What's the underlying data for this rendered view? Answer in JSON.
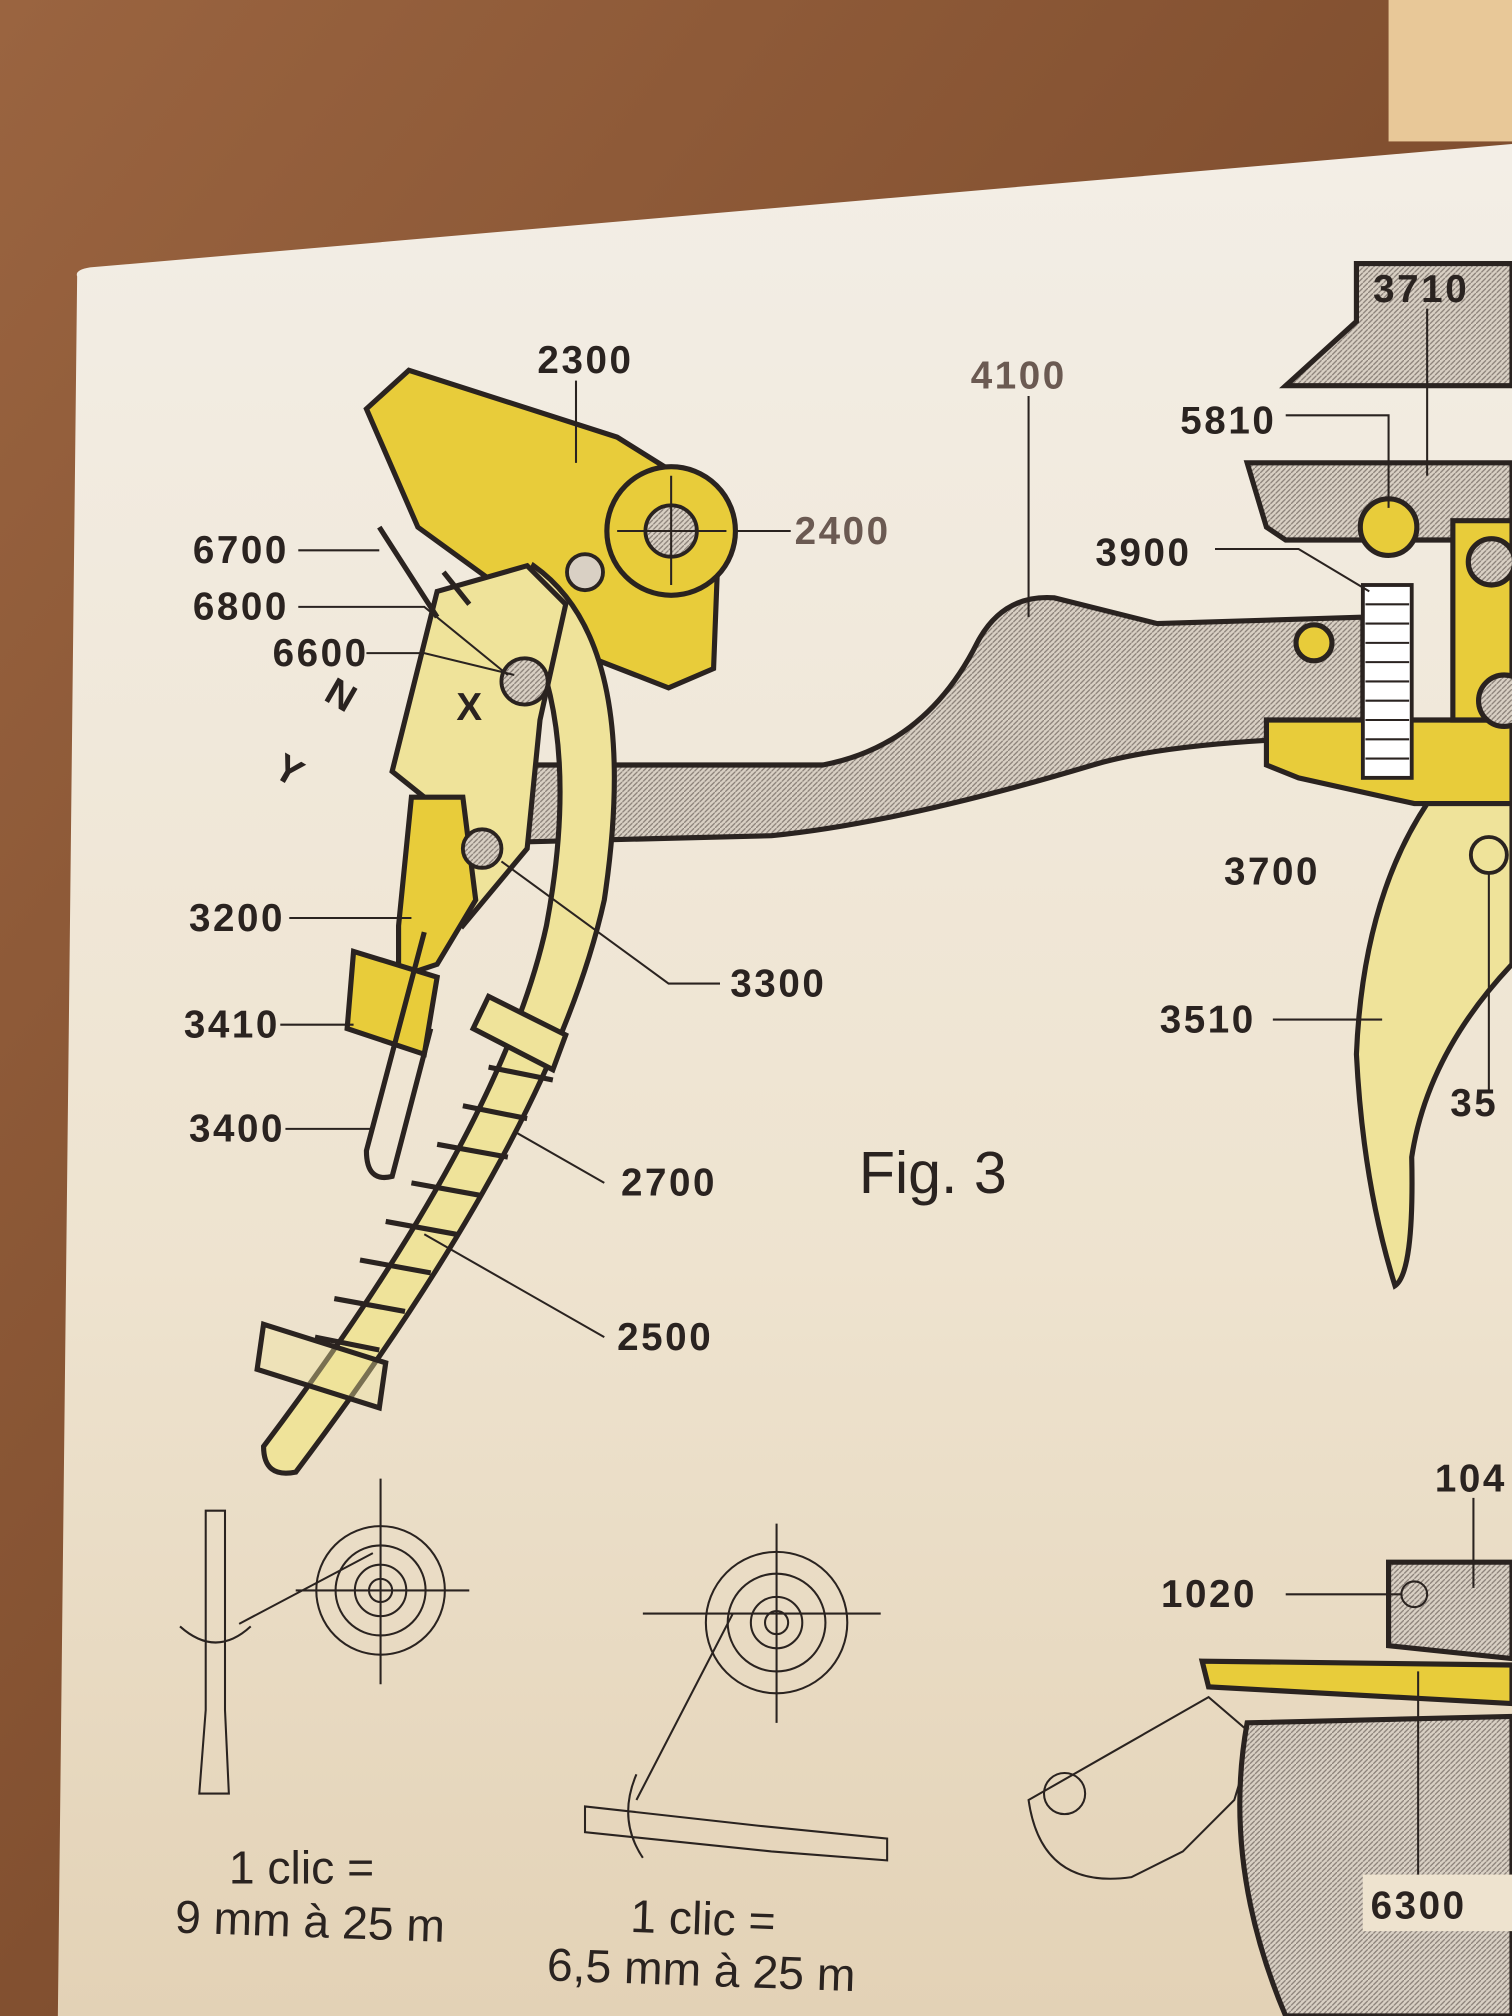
{
  "figure": {
    "title": "Fig. 3",
    "part_labels": {
      "p2300": "2300",
      "p4100": "4100",
      "p3710": "3710",
      "p5810": "5810",
      "p6700": "6700",
      "p2400": "2400",
      "p3900": "3900",
      "p6800": "6800",
      "p6600": "6600",
      "pN": "N",
      "pX": "X",
      "pY": "Y",
      "p3700": "3700",
      "p3200": "3200",
      "p3300": "3300",
      "p3410": "3410",
      "p3510": "3510",
      "p35": "35",
      "p3400": "3400",
      "p2700": "2700",
      "p2500": "2500",
      "p104": "104",
      "p1020": "1020",
      "p6300": "6300"
    }
  },
  "adjustments": [
    {
      "line1": "1 clic =",
      "line2": "9 mm à 25 m"
    },
    {
      "line1": "1 clic =",
      "line2": "6,5 mm à 25 m"
    }
  ],
  "colors": {
    "paper": "#efe6d6",
    "yellow": "#e8cc3a",
    "wood": "#7a4a2a"
  }
}
